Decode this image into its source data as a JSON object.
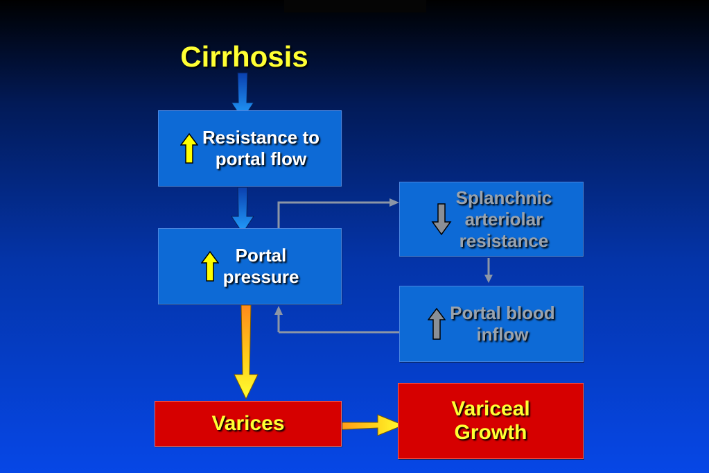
{
  "title": "Cirrhosis",
  "boxes": {
    "resistance": {
      "line1": "Resistance to",
      "line2": "portal flow",
      "trend": "increase"
    },
    "portal_pressure": {
      "line1": "Portal",
      "line2": "pressure",
      "trend": "increase"
    },
    "splanchnic": {
      "line1": "Splanchnic",
      "line2": "arteriolar",
      "line3": "resistance",
      "trend": "decrease"
    },
    "portal_inflow": {
      "line1": "Portal blood",
      "line2": "inflow",
      "trend": "increase"
    },
    "varices": {
      "line1": "Varices"
    },
    "variceal_growth": {
      "line1": "Variceal",
      "line2": "Growth"
    }
  },
  "colors": {
    "title": "#ffff33",
    "box_blue": "#0d6ad6",
    "box_red": "#d60000",
    "red_text": "#ffff33",
    "gray_text": "#9aa3ad",
    "up_arrow_icon": "#ffff00",
    "gray_arrow_icon": "#8a8f96",
    "connector_gray": "#8c96a6",
    "flow_arrow_blue": "#1a8cff",
    "flow_arrow_yellow": "#ffee00",
    "flow_arrow_orange": "#ff9a1a"
  },
  "icons": [
    "up-arrow-icon",
    "down-arrow-icon"
  ]
}
